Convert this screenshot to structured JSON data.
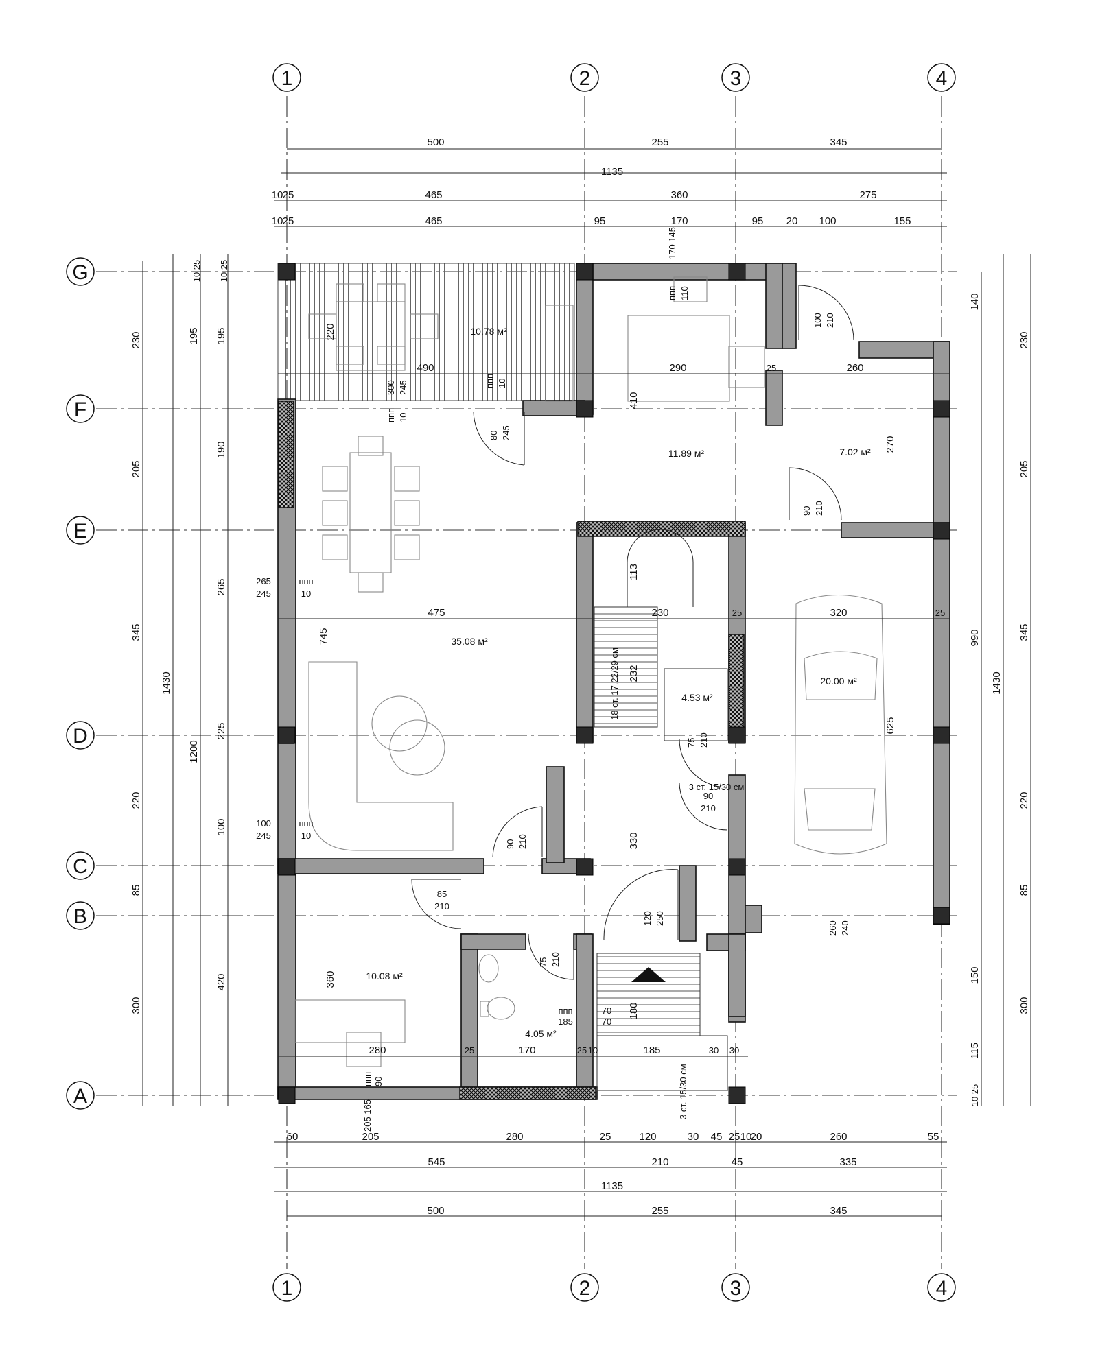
{
  "axes": {
    "columns": [
      "1",
      "2",
      "3",
      "4"
    ],
    "rows": [
      "G",
      "F",
      "E",
      "D",
      "C",
      "B",
      "A"
    ]
  },
  "top_dims": {
    "row1": [
      "500",
      "255",
      "345"
    ],
    "total": "1135",
    "row2": [
      "10",
      "25",
      "465",
      "360",
      "275"
    ],
    "row3": [
      "10",
      "25",
      "465",
      "95",
      "170",
      "95",
      "20",
      "100",
      "155"
    ]
  },
  "bottom_dims": {
    "row1": [
      "60",
      "205",
      "280",
      "25",
      "120",
      "30",
      "45",
      "25",
      "10",
      "20",
      "260",
      "55"
    ],
    "row2": [
      "545",
      "210",
      "45",
      "335"
    ],
    "total": "1135",
    "row4": [
      "500",
      "255",
      "345"
    ]
  },
  "left_dims": {
    "axis": [
      "230",
      "205",
      "345",
      "220",
      "85",
      "300"
    ],
    "total": "1430",
    "sub": "1200",
    "inner1": [
      "195",
      "195",
      "190",
      "265",
      "225",
      "100",
      "420"
    ],
    "top_small": [
      "25",
      "10",
      "25",
      "10"
    ]
  },
  "right_dims": {
    "inner": [
      "140",
      "150",
      "115",
      "25",
      "10"
    ],
    "mid": "990",
    "total": "1430",
    "axis": [
      "230",
      "205",
      "345",
      "220",
      "85",
      "300"
    ]
  },
  "rooms": [
    {
      "id": "terrace",
      "area": "10.78 м²"
    },
    {
      "id": "kitchen",
      "area": "11.89 м²"
    },
    {
      "id": "vestibule",
      "area": "7.02 м²"
    },
    {
      "id": "living",
      "area": "35.08 м²"
    },
    {
      "id": "stair-storage",
      "area": "4.53 м²"
    },
    {
      "id": "garage",
      "area": "20.00 м²"
    },
    {
      "id": "bedroom",
      "area": "10.08 м²"
    },
    {
      "id": "bathroom",
      "area": "4.05 м²"
    }
  ],
  "interior_dims": [
    "490",
    "290",
    "260",
    "25",
    "475",
    "230",
    "25",
    "320",
    "25",
    "280",
    "25",
    "170",
    "25",
    "10",
    "185",
    "30",
    "30",
    "220",
    "410",
    "745",
    "330",
    "270",
    "625",
    "360",
    "113",
    "232",
    "180"
  ],
  "openings": [
    {
      "w": "100",
      "h": "210"
    },
    {
      "w": "80",
      "h": "245"
    },
    {
      "w": "90",
      "h": "210"
    },
    {
      "w": "90",
      "h": "210"
    },
    {
      "w": "85",
      "h": "210"
    },
    {
      "w": "75",
      "h": "210"
    },
    {
      "w": "120",
      "h": "250"
    },
    {
      "w": "75",
      "h": "210"
    },
    {
      "w": "90",
      "h": "210"
    },
    {
      "w": "260",
      "h": "240"
    }
  ],
  "windows": [
    {
      "label": "ппп",
      "w": "110",
      "extra": "170 145"
    },
    {
      "label": "ппп",
      "w": "300",
      "h": "245",
      "sill": "10"
    },
    {
      "label": "ппп",
      "w": "10"
    },
    {
      "label": "ппп",
      "w": "265",
      "h": "245",
      "sill": "10"
    },
    {
      "label": "ппп",
      "w": "100",
      "h": "245",
      "sill": "10"
    },
    {
      "label": "ппп",
      "w": "70",
      "h": "185",
      "sill": "70"
    },
    {
      "label": "ппп",
      "w": "90",
      "h": "205 165"
    }
  ],
  "stairs": {
    "main": "18 ст. 17,22/29 см",
    "side": "3 ст. 15/30 см",
    "entry": "3 ст. 15/30 см"
  }
}
